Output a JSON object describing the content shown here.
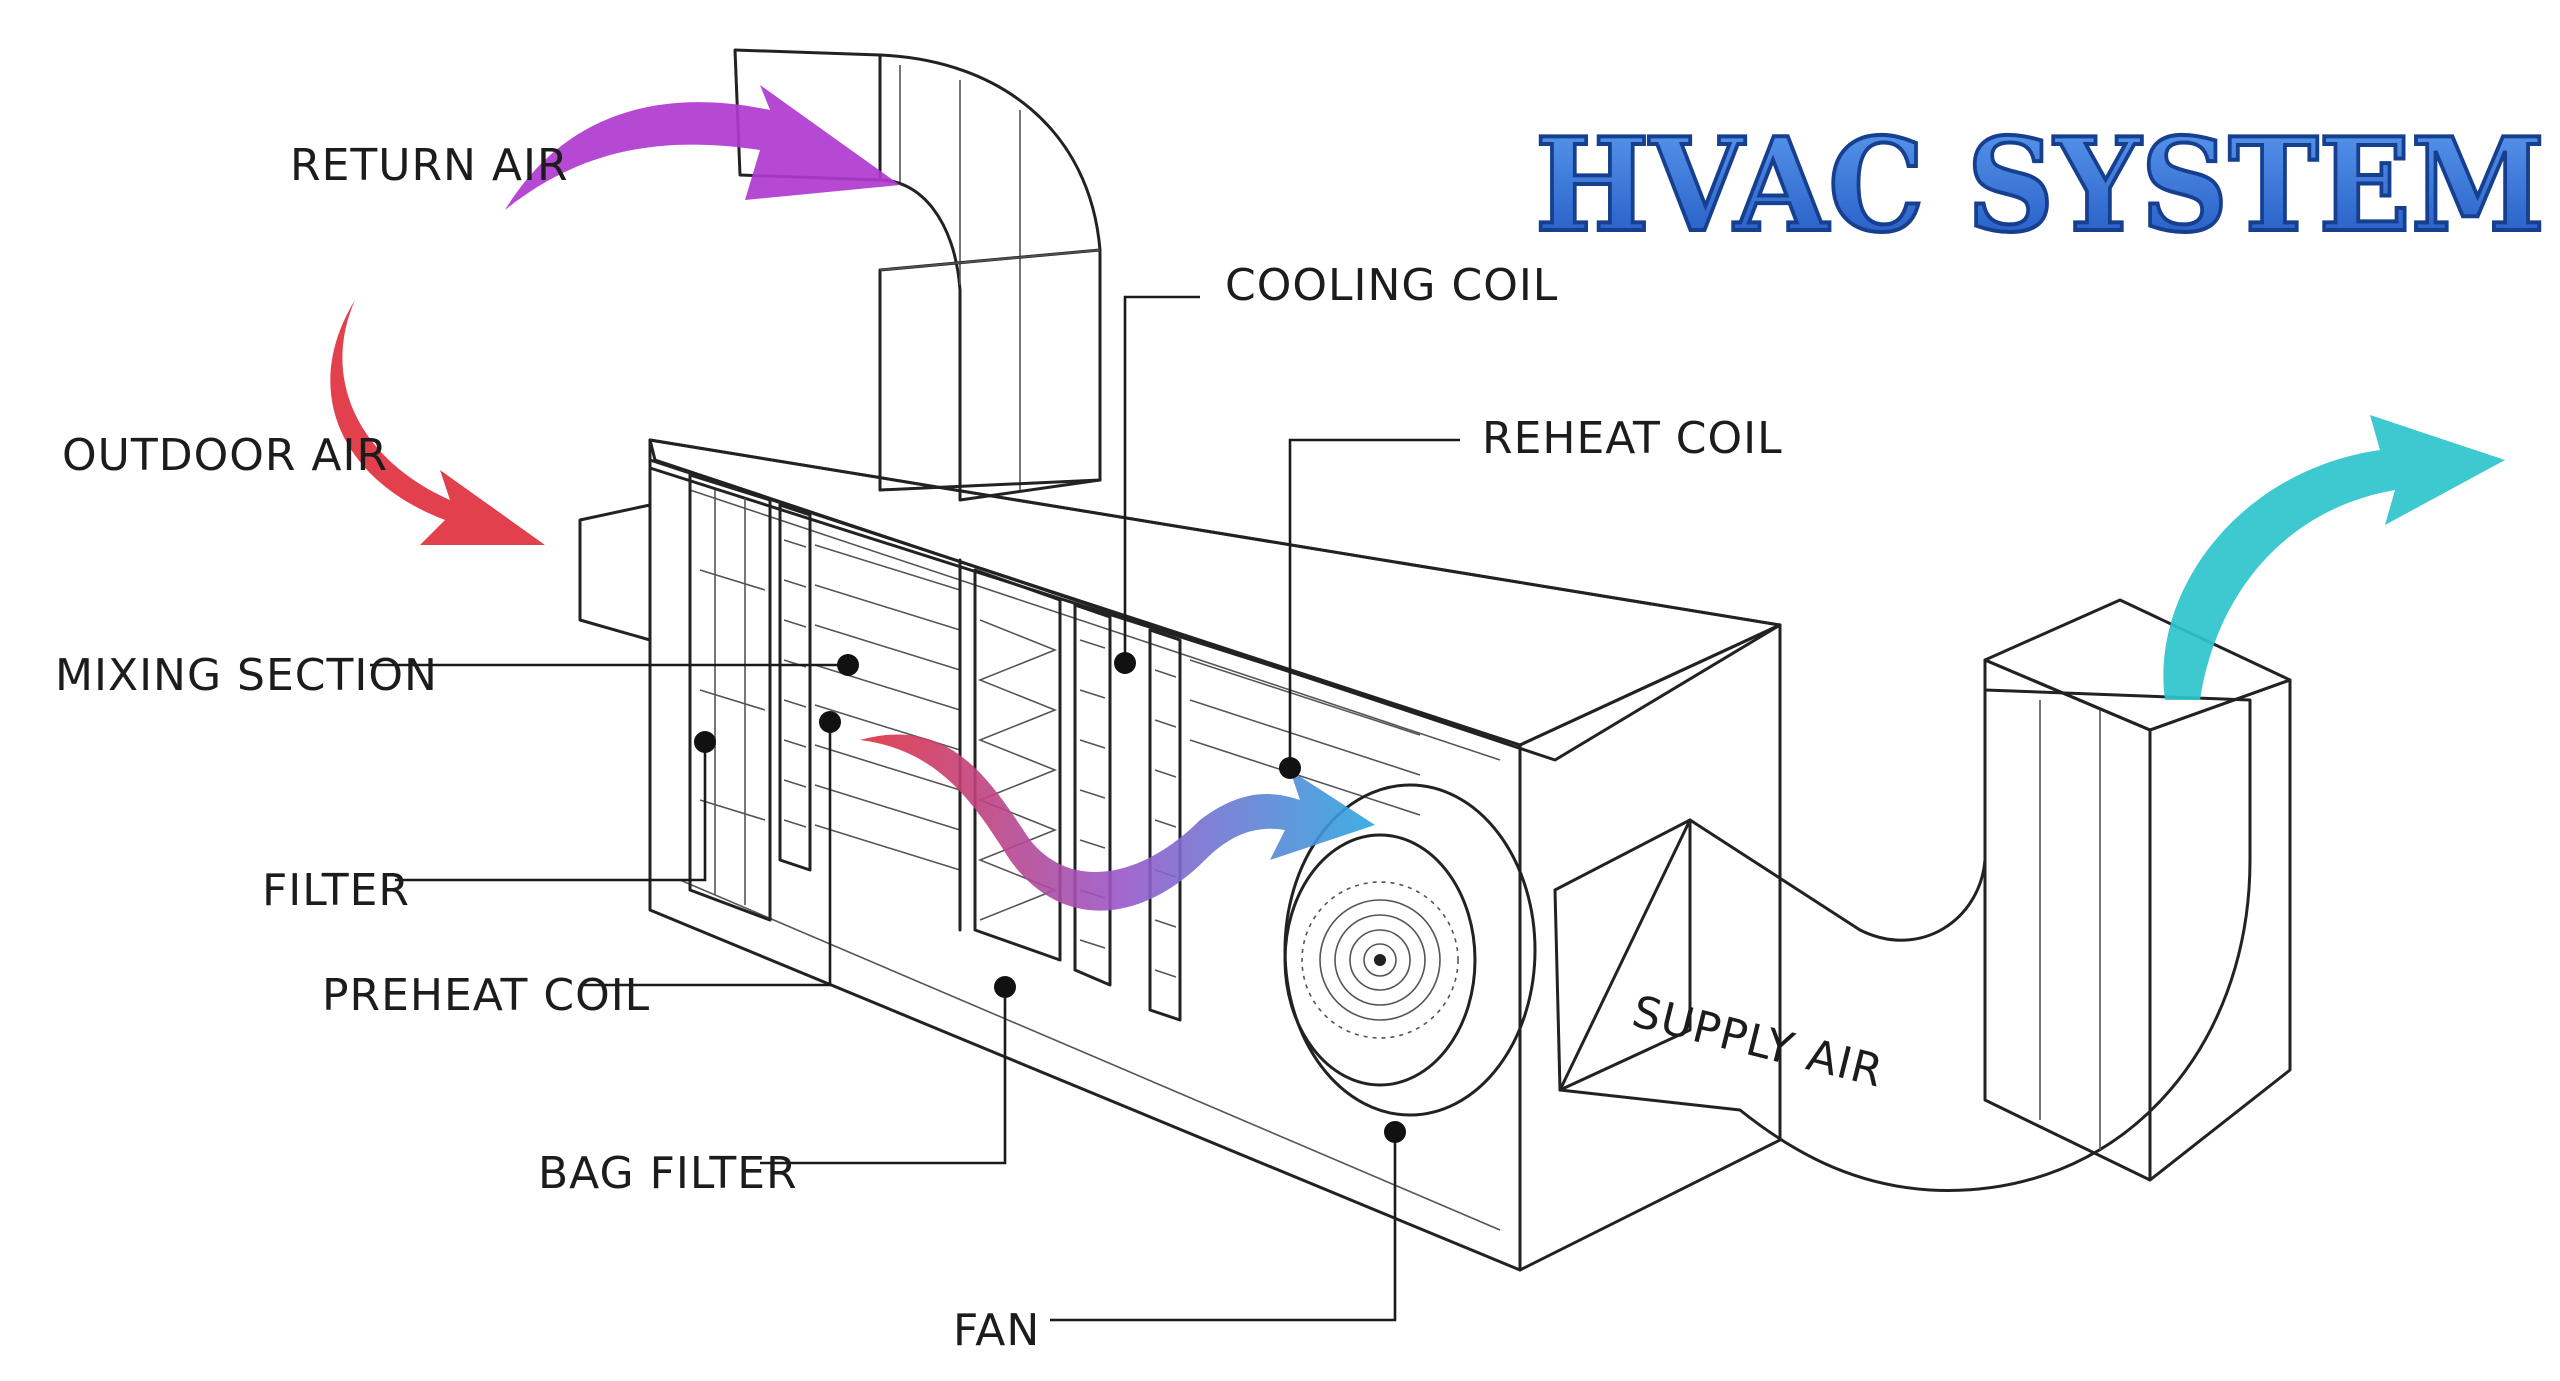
{
  "title": "HVAC SYSTEM",
  "labels": {
    "return_air": "RETURN AIR",
    "outdoor_air": "OUTDOOR AIR",
    "mixing_section": "MIXING SECTION",
    "filter": "FILTER",
    "preheat_coil": "PREHEAT COIL",
    "bag_filter": "BAG FILTER",
    "fan": "FAN",
    "cooling_coil": "COOLING COIL",
    "reheat_coil": "REHEAT COIL",
    "supply_air": "SUPPLY AIR"
  },
  "colors": {
    "title": "#2f6fd6",
    "return_air_arrow": "#b03ad0",
    "outdoor_air_arrow": "#e0303e",
    "supply_air_arrow": "#2ec4cc",
    "internal_flow_start": "#e0303e",
    "internal_flow_end": "#2aa7e0"
  }
}
